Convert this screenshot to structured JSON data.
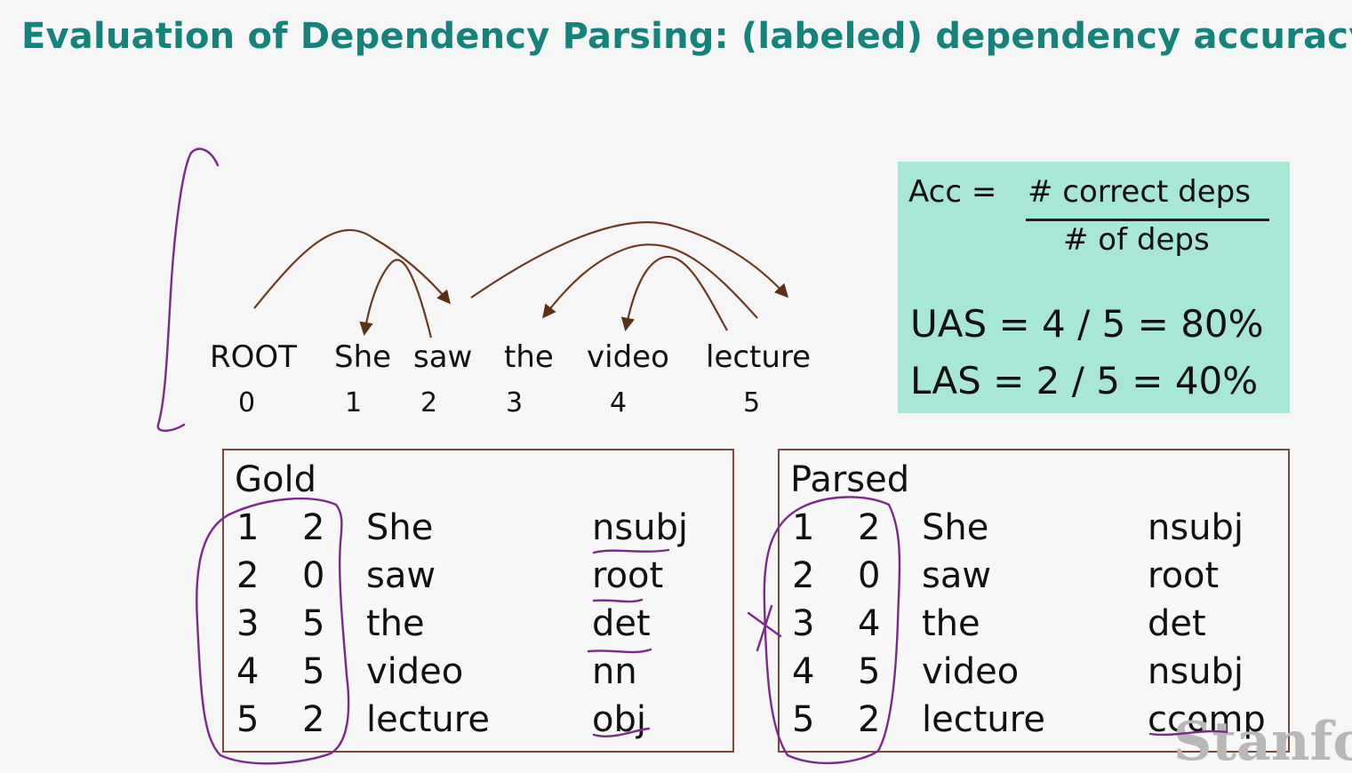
{
  "title": "Evaluation of Dependency Parsing: (labeled) dependency accuracy",
  "sentence": {
    "words": [
      "ROOT",
      "She",
      "saw",
      "the",
      "video",
      "lecture"
    ],
    "indices": [
      "0",
      "1",
      "2",
      "3",
      "4",
      "5"
    ]
  },
  "accuracy": {
    "label": "Acc  =",
    "numerator": "# correct deps",
    "denominator": "# of deps",
    "uas": "UAS =  4 / 5  =  80%",
    "las": "LAS  =  2 / 5  =  40%"
  },
  "gold": {
    "title": "Gold",
    "rows": [
      [
        "1",
        "2",
        "She",
        "nsubj"
      ],
      [
        "2",
        "0",
        "saw",
        "root"
      ],
      [
        "3",
        "5",
        "the",
        "det"
      ],
      [
        "4",
        "5",
        "video",
        "nn"
      ],
      [
        "5",
        "2",
        "lecture",
        "obj"
      ]
    ]
  },
  "parsed": {
    "title": "Parsed",
    "rows": [
      [
        "1",
        "2",
        "She",
        "nsubj"
      ],
      [
        "2",
        "0",
        "saw",
        "root"
      ],
      [
        "3",
        "4",
        "the",
        "det"
      ],
      [
        "4",
        "5",
        "video",
        "nsubj"
      ],
      [
        "5",
        "2",
        "lecture",
        "ccomp"
      ]
    ]
  },
  "watermark": "Stanfor",
  "colors": {
    "title": "#16827c",
    "box": "#a8e7d6",
    "arc": "#6b3a22",
    "ink": "#7b2a8a"
  }
}
